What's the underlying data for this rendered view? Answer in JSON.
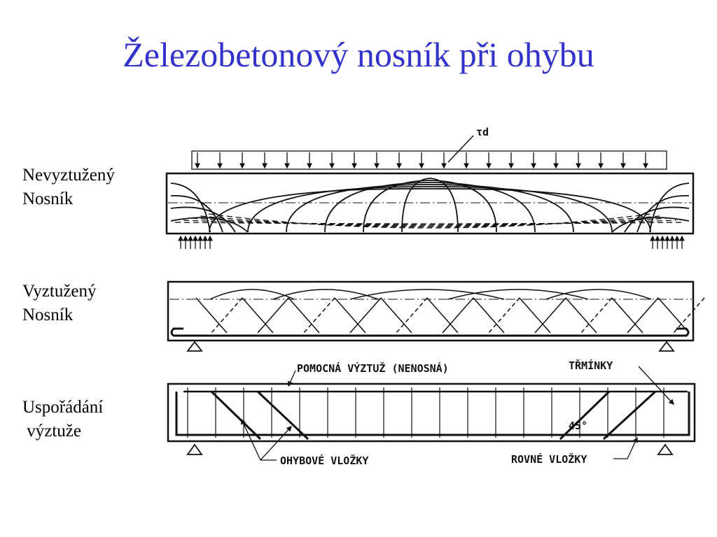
{
  "title": "Železobetonový nosník při ohybu",
  "rows": [
    {
      "line1": "Nevyztužený",
      "line2": "Nosník"
    },
    {
      "line1": "Vyztužený",
      "line2": "Nosník"
    },
    {
      "line1": "Uspořádání",
      "line2": " výztuže"
    }
  ],
  "annotations": {
    "load": "τd",
    "auxiliary_reinforcement": "POMOCNÁ VÝZTUŽ (NENOSNÁ)",
    "stirrups": "TŘMÍNKY",
    "bent_bars": "OHYBOVÉ VLOŽKY",
    "straight_bars": "ROVNÉ VLOŽKY",
    "angle": "45°"
  },
  "colors": {
    "title": "#3333cc",
    "ink": "#111111"
  }
}
